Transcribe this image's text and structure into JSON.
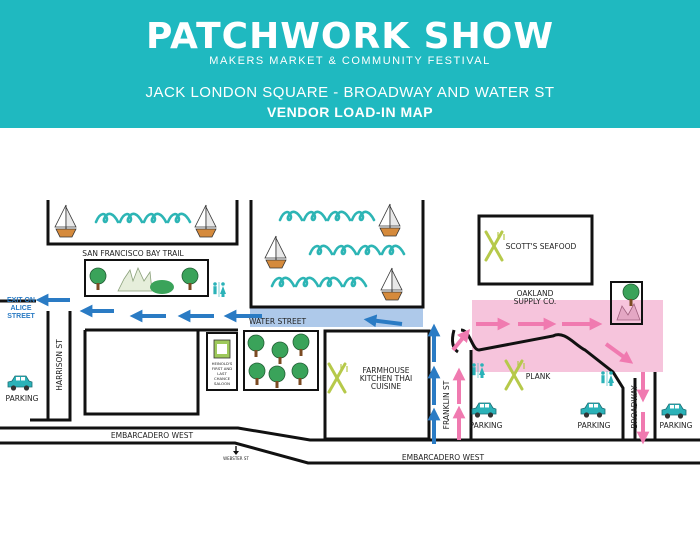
{
  "header": {
    "title": "PATCHWORK SHOW",
    "subtitle": "MAKERS MARKET & COMMUNITY FESTIVAL",
    "location": "JACK LONDON SQUARE - BROADWAY AND WATER ST",
    "map_title": "VENDOR LOAD-IN MAP"
  },
  "map": {
    "labels": {
      "bay_trail": "SAN FRANCISCO BAY TRAIL",
      "water_street": "WATER STREET",
      "exit_line1": "EXIT ON",
      "exit_line2": "ALICE",
      "exit_line3": "STREET",
      "harrison": "HARRISON ST",
      "franklin": "FRANKLIN ST",
      "broadway": "BROADWAY",
      "embarcadero_left": "EMBARCADERO WEST",
      "embarcadero_right": "EMBARCADERO WEST",
      "webster": "WEBSTER ST",
      "scotts": "SCOTT'S SEAFOOD",
      "oakland1": "OAKLAND",
      "oakland2": "SUPPLY CO.",
      "farmhouse1": "FARMHOUSE",
      "farmhouse2": "KITCHEN THAI",
      "farmhouse3": "CUISINE",
      "plank": "PLANK",
      "heinolds1": "HEINOLD'S",
      "heinolds2": "FIRST AND",
      "heinolds3": "LAST",
      "heinolds4": "CHANCE",
      "heinolds5": "SALOON"
    },
    "parking": [
      {
        "label": "PARKING"
      },
      {
        "label": "PARKING"
      },
      {
        "label": "PARKING"
      },
      {
        "label": "PARKING"
      }
    ],
    "icons": [
      "sailboat-icon",
      "wave-icon",
      "tree-icon",
      "restroom-icon",
      "car-icon",
      "utensils-icon",
      "arrow-icon"
    ],
    "colors": {
      "header_bg": "#1fb9c0",
      "water_wave": "#2db5b5",
      "arrow_blue": "#2a7bc4",
      "arrow_pink": "#f07ab0",
      "zone_pink": "#f6c4dc",
      "zone_blue": "#aec9ea",
      "tree_green": "#3aa35a",
      "car_teal": "#2bb2b8",
      "utensil_green": "#b6c94a"
    }
  }
}
